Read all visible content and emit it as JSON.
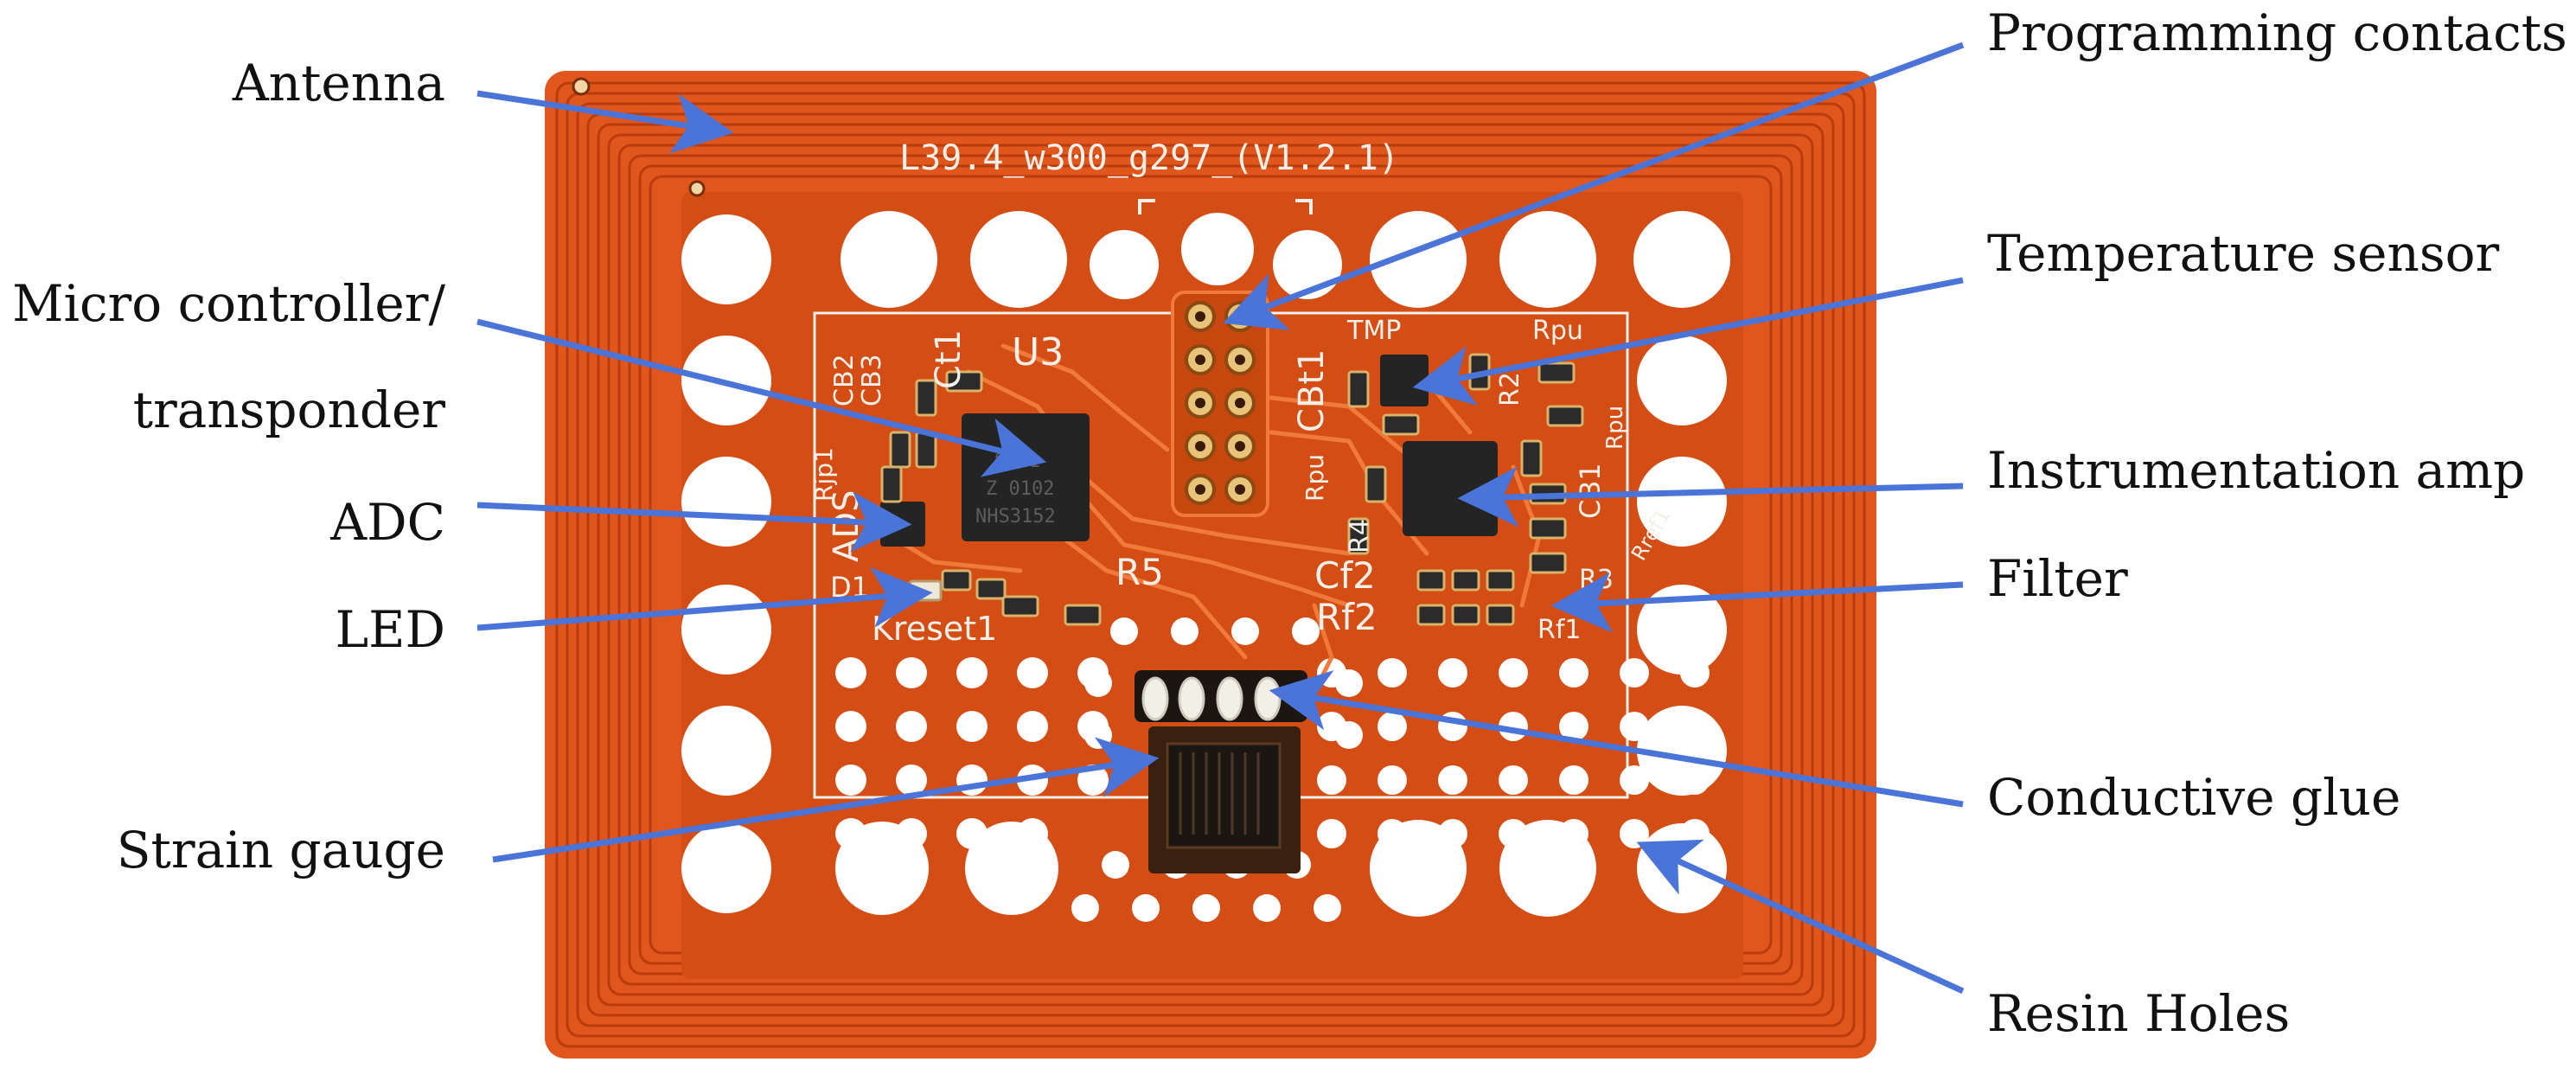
{
  "board": {
    "title_silkscreen": "L39.4_w300_g297_(V1.2.1)",
    "silkscreen": {
      "U3": "U3",
      "Ct1": "Ct1",
      "CB2": "CB2",
      "CB3": "CB3",
      "Rjp1": "Rjp1",
      "ADS": "ADS",
      "D1": "D1",
      "Kreset": "Kreset1",
      "R5": "R5",
      "CBt1": "CBt1",
      "Rpu_left": "Rpu",
      "TMP": "TMP",
      "Rpu_top": "Rpu",
      "R2": "R2",
      "R4": "R4",
      "CB1": "CB1",
      "Rpu_right": "Rpu",
      "Cf2": "Cf2",
      "Rf2": "Rf2",
      "R3": "R3",
      "Rf1": "Rf1",
      "Rref": "Rref1"
    },
    "chip_mcu_text": [
      "S821",
      "Z 0102",
      "NHS3152"
    ]
  },
  "callouts": [
    {
      "id": "antenna",
      "label": "Antenna"
    },
    {
      "id": "microcontroller",
      "label": "Micro controller/"
    },
    {
      "id": "microcontroller2",
      "label": "transponder"
    },
    {
      "id": "adc",
      "label": "ADC"
    },
    {
      "id": "led",
      "label": "LED"
    },
    {
      "id": "strain",
      "label": "Strain gauge"
    },
    {
      "id": "programming",
      "label": "Programming contacts"
    },
    {
      "id": "temperature",
      "label": "Temperature sensor"
    },
    {
      "id": "instrumentation",
      "label": "Instrumentation amp"
    },
    {
      "id": "filter",
      "label": "Filter"
    },
    {
      "id": "glue",
      "label": "Conductive glue"
    },
    {
      "id": "resin",
      "label": "Resin Holes"
    }
  ],
  "colors": {
    "pcb": "#e0561c",
    "pcb_dark": "#b93c0c",
    "trace": "#f07a3a",
    "hole": "#ffffff",
    "pad": "#e7c47a",
    "arrow": "#4a74d8",
    "chip": "#242424",
    "silkscreen": "#f3efe9"
  }
}
